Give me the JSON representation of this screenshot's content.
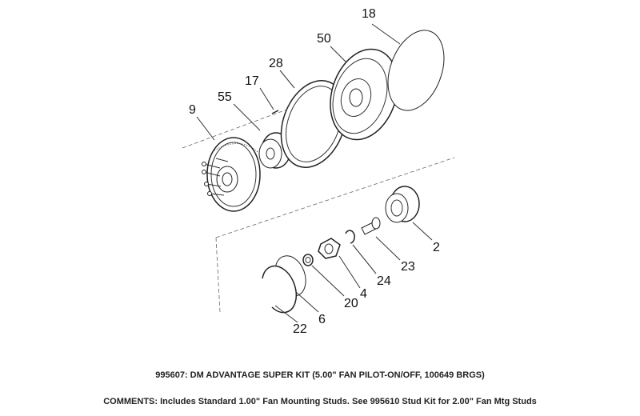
{
  "callouts": {
    "p18": "18",
    "p50": "50",
    "p28": "28",
    "p17": "17",
    "p55": "55",
    "p9": "9",
    "p2": "2",
    "p23": "23",
    "p24": "24",
    "p4": "4",
    "p20": "20",
    "p6": "6",
    "p22": "22"
  },
  "caption": {
    "title": "995607: DM ADVANTAGE SUPER KIT (5.00\" FAN PILOT-ON/OFF, 100649 BRGS)",
    "comments": "COMMENTS: Includes Standard 1.00\" Fan Mounting Studs. See 995610 Stud Kit for 2.00\" Fan Mtg Studs"
  }
}
